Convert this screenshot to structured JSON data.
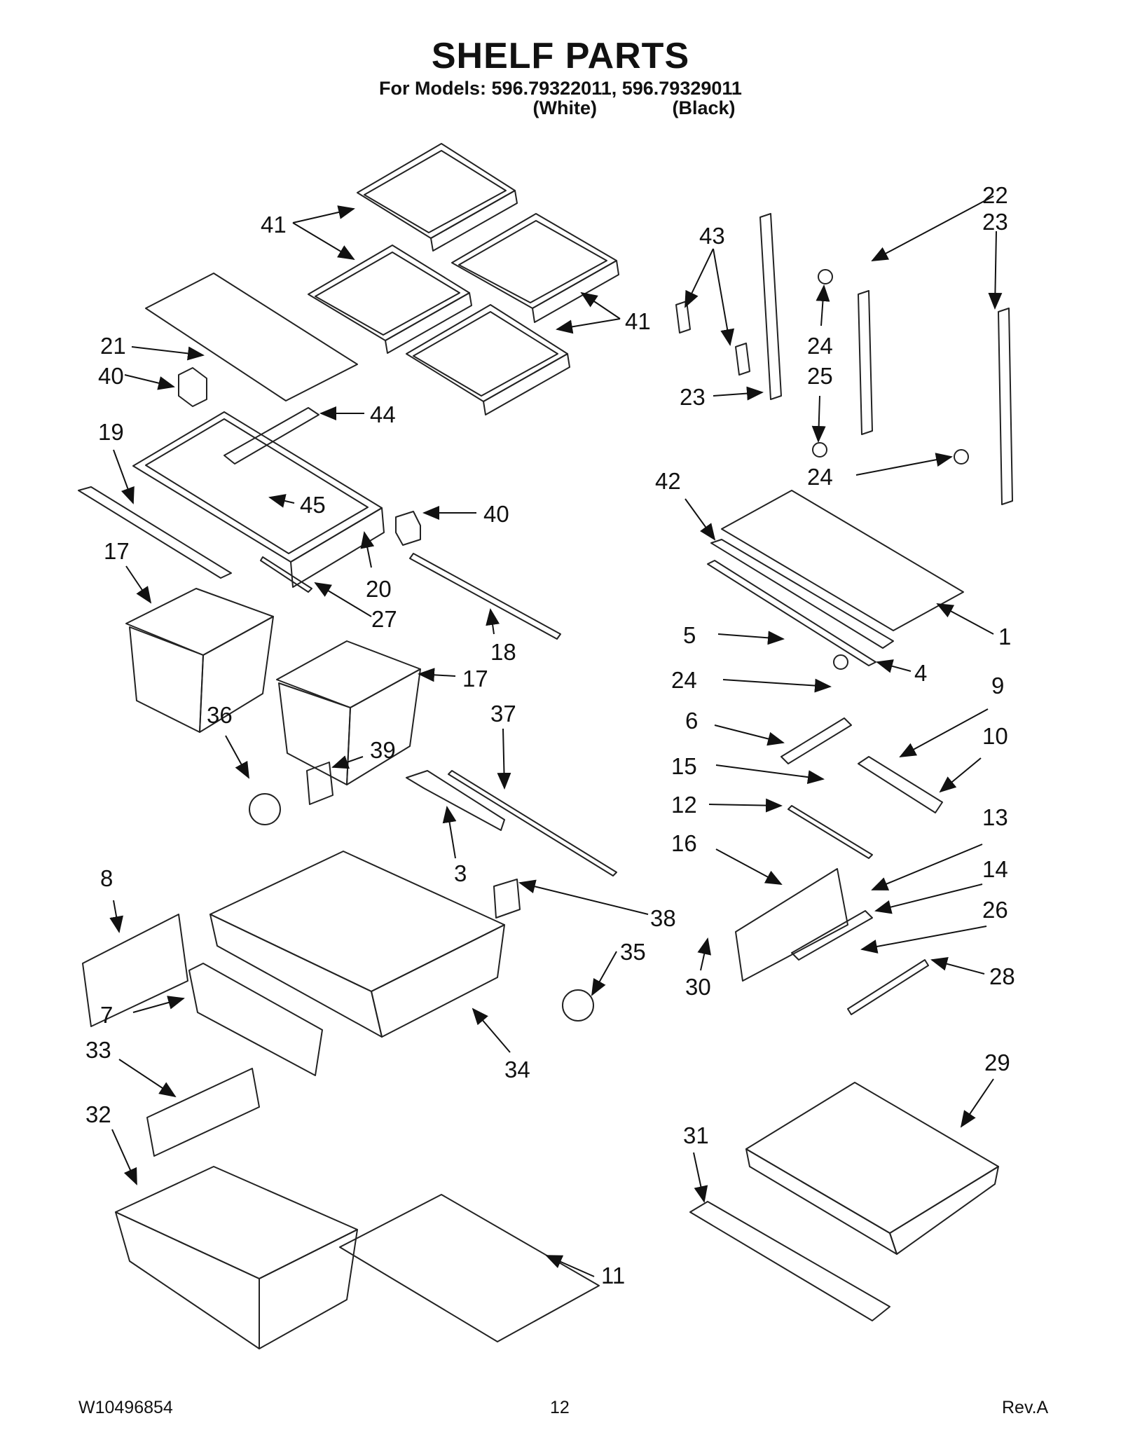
{
  "header": {
    "title": "SHELF PARTS",
    "models_line": "For Models: 596.79322011, 596.79329011",
    "variant_white": "(White)",
    "variant_black": "(Black)"
  },
  "callouts": [
    "41",
    "41",
    "21",
    "40",
    "44",
    "19",
    "45",
    "40",
    "17",
    "20",
    "27",
    "18",
    "17",
    "36",
    "39",
    "37",
    "3",
    "8",
    "38",
    "35",
    "7",
    "34",
    "33",
    "32",
    "11",
    "43",
    "22",
    "23",
    "24",
    "25",
    "23",
    "24",
    "42",
    "1",
    "5",
    "4",
    "24",
    "9",
    "6",
    "10",
    "15",
    "13",
    "12",
    "16",
    "14",
    "26",
    "30",
    "28",
    "29",
    "31"
  ],
  "footer": {
    "doc_number": "W10496854",
    "page": "12",
    "revision": "Rev.A"
  }
}
